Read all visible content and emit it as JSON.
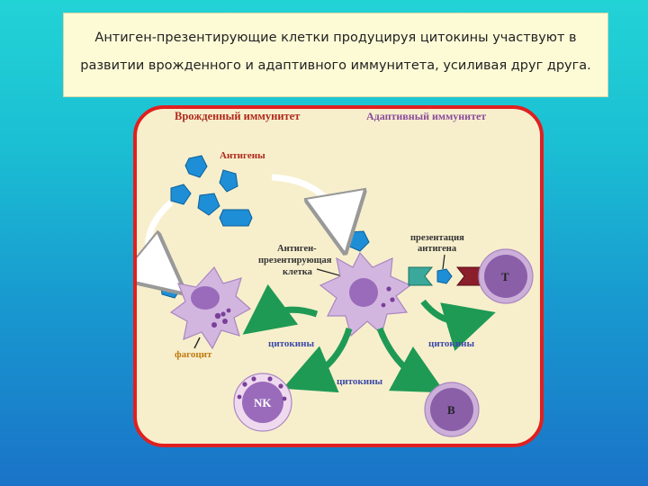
{
  "caption": {
    "line1": "Антиген-презентирующие клетки продуцируя цитокины участвуют в",
    "line2": "развитии врожденного и адаптивного иммунитета, усиливая друг друга."
  },
  "diagram": {
    "innate_title": "Врожденный иммунитет",
    "adaptive_title": "Адаптивный иммунитет",
    "antigens": "Антигены",
    "apc_line1": "Антиген-",
    "apc_line2": "презентирующая",
    "apc_line3": "клетка",
    "presentation_line1": "презентация",
    "presentation_line2": "антигена",
    "t_cell": "T",
    "nk_cell": "NK",
    "b_cell": "B",
    "phagocyte": "фагоцит",
    "cytokines_left": "цитокины",
    "cytokines_right": "цитокины",
    "cytokines_center": "цитокины"
  },
  "colors": {
    "title_innate": "#b02a1c",
    "title_adaptive": "#8a4a9a",
    "antigen_blue": "#1e8fd6",
    "cell_lilac": "#d3b6e0",
    "nucleus_purple": "#9a6bbb",
    "arrow_green": "#1f9a55",
    "phagocyte_label": "#c07a10",
    "cytokine_label": "#3d4aa8"
  }
}
